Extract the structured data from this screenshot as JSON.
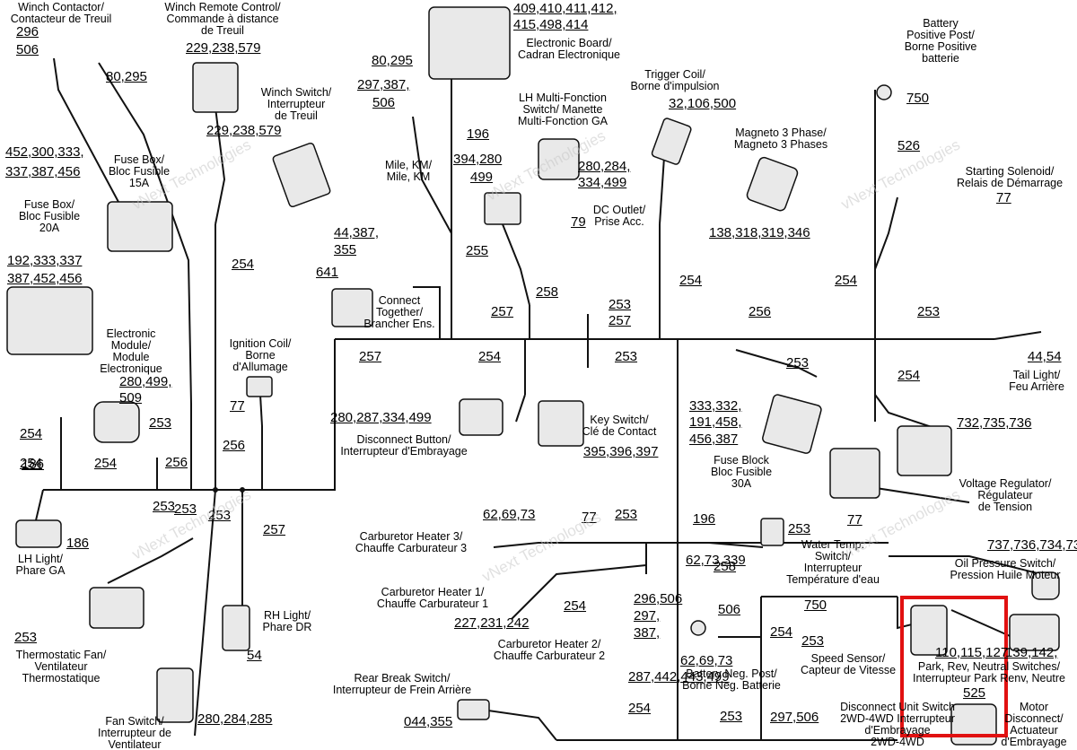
{
  "doc_id": "28T0803-04",
  "watermark": "vNext Technologies",
  "highlight_color": "#e11111",
  "components": [
    {
      "id": "winch-contactor",
      "label": "Winch Contactor/\nContacteur de Treuil"
    },
    {
      "id": "winch-remote",
      "label": "Winch Remote Control/\nCommande à distance\nde Treuil"
    },
    {
      "id": "electronic-board",
      "label": "Electronic Board/\nCadran Electronique"
    },
    {
      "id": "battery-pos",
      "label": "Battery\nPositive Post/\nBorne Positive\nbatterie"
    },
    {
      "id": "winch-switch",
      "label": "Winch Switch/\nInterrupteur\nde Treuil"
    },
    {
      "id": "lh-multi",
      "label": "LH Multi-Fonction\nSwitch/ Manette\nMulti-Fonction GA"
    },
    {
      "id": "trigger-coil",
      "label": "Trigger Coil/\nBorne d'impulsion"
    },
    {
      "id": "magneto",
      "label": "Magneto 3 Phase/\nMagneto 3 Phases"
    },
    {
      "id": "fuse-box-15",
      "label": "Fuse Box/\nBloc Fusible\n15A"
    },
    {
      "id": "fuse-box-20",
      "label": "Fuse Box/\nBloc Fusible\n20A"
    },
    {
      "id": "mile-km",
      "label": "Mile, KM/\nMile, KM"
    },
    {
      "id": "starting-solenoid",
      "label": "Starting Solenoid/\nRelais de Démarrage"
    },
    {
      "id": "dc-outlet",
      "label": "DC Outlet/\nPrise Acc."
    },
    {
      "id": "connect-together",
      "label": "Connect\nTogether/\nBrancher Ens."
    },
    {
      "id": "electronic-module",
      "label": "Electronic\nModule/\nModule\nElectronique"
    },
    {
      "id": "ignition-coil",
      "label": "Ignition Coil/\nBorne\nd'Allumage"
    },
    {
      "id": "tail-light",
      "label": "Tail Light/\nFeu Arrière"
    },
    {
      "id": "key-switch",
      "label": "Key Switch/\nClé de Contact"
    },
    {
      "id": "disconnect-button",
      "label": "Disconnect Button/\nInterrupteur d'Embrayage"
    },
    {
      "id": "fuse-block-30",
      "label": "Fuse Block\nBloc Fusible\n30A"
    },
    {
      "id": "voltage-regulator",
      "label": "Voltage Regulator/\nRégulateur\nde Tension"
    },
    {
      "id": "lh-light",
      "label": "LH Light/\nPhare GA"
    },
    {
      "id": "carb-heater-3",
      "label": "Carburetor Heater 3/\nChauffe Carburateur 3"
    },
    {
      "id": "water-temp",
      "label": "Water Temp.\nSwitch/\nInterrupteur\nTempérature d'eau"
    },
    {
      "id": "oil-pressure",
      "label": "Oil Pressure Switch/\nPression Huile Moteur"
    },
    {
      "id": "carb-heater-1",
      "label": "Carburetor Heater 1/\nChauffe Carburateur 1"
    },
    {
      "id": "carb-heater-2",
      "label": "Carburetor Heater 2/\nChauffe Carburateur 2"
    },
    {
      "id": "thermostatic-fan",
      "label": "Thermostatic Fan/\nVentilateur\nThermostatique"
    },
    {
      "id": "rh-light",
      "label": "RH Light/\nPhare DR"
    },
    {
      "id": "battery-neg",
      "label": "Battery Neg. Post/\nBorne Neg. Batterie"
    },
    {
      "id": "speed-sensor",
      "label": "Speed Sensor/\nCapteur de Vitesse"
    },
    {
      "id": "park-switches",
      "label": "Park, Rev, Neutral Switches/\nInterrupteur Park Renv, Neutre"
    },
    {
      "id": "rear-brake",
      "label": "Rear Break Switch/\nInterrupteur de Frein Arrière"
    },
    {
      "id": "fan-switch",
      "label": "Fan Switch/\nInterrupteur de\nVentilateur"
    },
    {
      "id": "disconnect-unit",
      "label": "Disconnect Unit Switch\n2WD-4WD Interrupteur\nd'Embrayage\n2WD-4WD"
    },
    {
      "id": "motor-disconnect",
      "label": "Motor\nDisconnect/\nActuateur\nd'Embrayage"
    }
  ],
  "refs": [
    "296",
    "506",
    "80,295",
    "229,238,579",
    "409,410,411,412,",
    "415,498,414",
    "80,295",
    "297,387,",
    "506",
    "196",
    "750",
    "526",
    "229,238,579",
    "394,280",
    "499",
    "280,284,",
    "334,499",
    "32,106,500",
    "452,300,333,",
    "337,387,456",
    "77",
    "138,318,319,346",
    "79",
    "44,387,",
    "355",
    "254",
    "641",
    "255",
    "192,333,337",
    "387,452,456",
    "258",
    "253",
    "254",
    "254",
    "257",
    "257",
    "256",
    "253",
    "257",
    "254",
    "253",
    "44,54",
    "280,499,",
    "509",
    "256",
    "253",
    "254",
    "333,332,",
    "191,458,",
    "456,387",
    "253",
    "254",
    "77",
    "280,287,334,499",
    "395,396,397",
    "732,735,736",
    "254",
    "186",
    "254",
    "256",
    "253",
    "253",
    "257",
    "186",
    "62,69,73",
    "77",
    "253",
    "196",
    "253",
    "77",
    "737,736,734,732",
    "62,73,339",
    "258",
    "254",
    "253",
    "227,231,242",
    "296,506",
    "297,",
    "387,",
    "506",
    "750",
    "254",
    "253",
    "110,115,127",
    "139,142,",
    "54",
    "62,69,73",
    "525",
    "287,442,443,499",
    "254",
    "253",
    "297,506",
    "044,355",
    "280,284,285",
    "253"
  ]
}
